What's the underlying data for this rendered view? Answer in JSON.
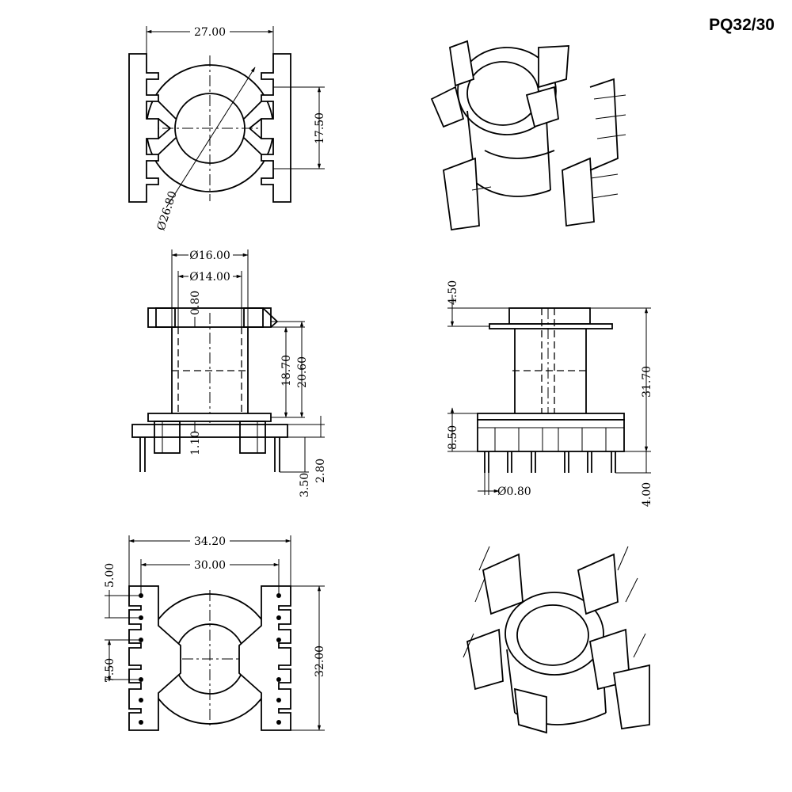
{
  "title": "PQ32/30",
  "views": {
    "top_view": {
      "width": "27.00",
      "slot_span": "17.50",
      "diameter": "Ø26.80"
    },
    "front_view": {
      "outer_dia": "Ø16.00",
      "inner_dia": "Ø14.00",
      "flange": "0.80",
      "winding": "18.70",
      "height": "20.60",
      "base": "1.10",
      "pin_len": "3.50",
      "pin_off": "2.80"
    },
    "side_view": {
      "top": "4.50",
      "total": "31.70",
      "base": "8.50",
      "pin_dia": "Ø0.80",
      "pin_len": "4.00"
    },
    "bottom_view": {
      "overall": "34.20",
      "pin_span": "30.00",
      "pitch": "5.00",
      "gap": "7.50",
      "depth": "32.00"
    }
  }
}
